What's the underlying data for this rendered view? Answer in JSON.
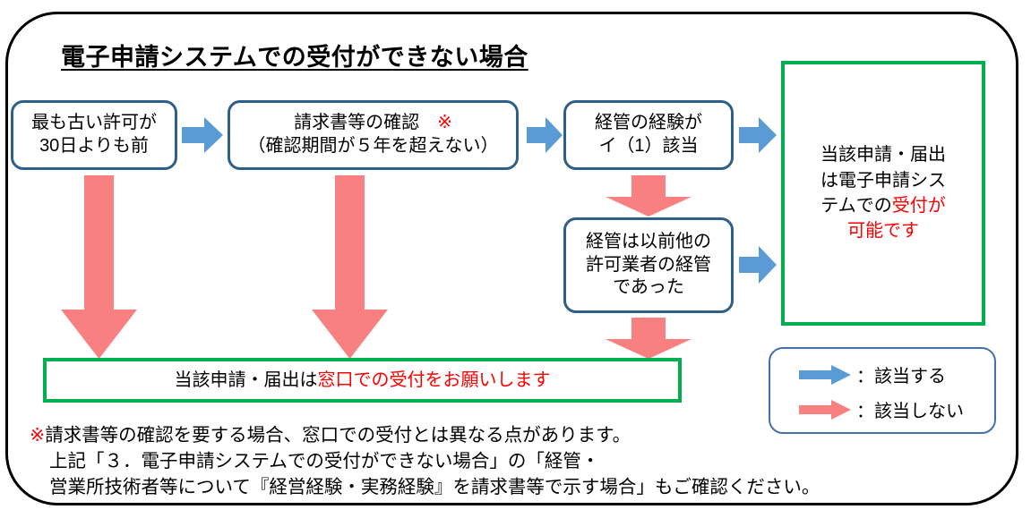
{
  "diagram": {
    "title": "電子申請システムでの受付ができない場合",
    "colors": {
      "frame_border": "#000000",
      "box_border_blue": "#2E5F8A",
      "arrow_blue": "#5B9BD5",
      "arrow_pink": "#F98080",
      "result_green": "#00B050",
      "emphasis_red": "#FF0000",
      "legend_border": "#4472A8"
    },
    "process_boxes": [
      {
        "id": "oldest-permit",
        "lines": [
          "最も古い許可が",
          "30日よりも前"
        ]
      },
      {
        "id": "invoice-check",
        "lines": [
          "請求書等の確認　※",
          "（確認期間が５年を超えない）"
        ],
        "line1_text": "請求書等の確認　",
        "line1_mark": "※",
        "line2_text": "（確認期間が５年を超えない）"
      },
      {
        "id": "keikan-experience",
        "lines": [
          "経管の経験が",
          "イ（1）該当"
        ]
      },
      {
        "id": "keikan-previous",
        "lines": [
          "経管は以前他の",
          "許可業者の経管",
          "であった"
        ]
      }
    ],
    "result_online": {
      "id": "result-online-ok",
      "line1": "当該申請・届出",
      "line2": "は電子申請シス",
      "line3_black": "テムでの",
      "line3_red": "受付が",
      "line4_red": "可能です"
    },
    "result_counter": {
      "id": "result-counter",
      "black": "当該申請・届出は",
      "red": "窓口での受付をお願いします"
    },
    "legend": {
      "rows": [
        {
          "icon": "blue-right-arrow-icon",
          "label": "：該当する"
        },
        {
          "icon": "pink-right-arrow-icon",
          "label": "：該当しない"
        }
      ]
    },
    "footnote": {
      "mark": "※",
      "line1": "請求書等の確認を要する場合、窓口での受付とは異なる点があります。",
      "line2": "上記「３．電子申請システムでの受付ができない場合」の「経管・",
      "line3": "営業所技術者等について『経営経験・実務経験』を請求書等で示す場合」もご確認ください。"
    }
  }
}
